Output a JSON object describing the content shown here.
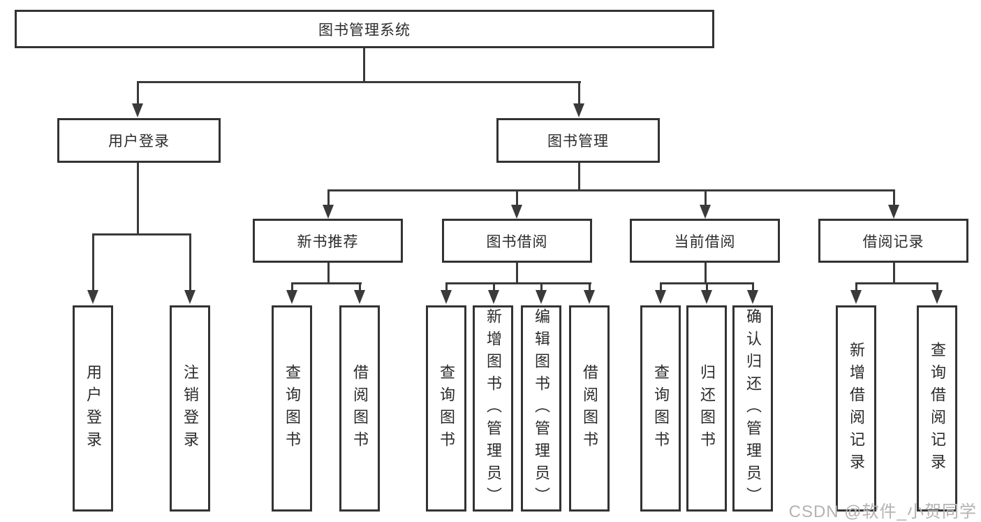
{
  "diagram": {
    "title": "图书管理系统",
    "root": {
      "label": "图书管理系统"
    },
    "branches": [
      {
        "label": "用户登录",
        "children": [
          {
            "label": "用户登录"
          },
          {
            "label": "注销登录"
          }
        ]
      },
      {
        "label": "图书管理",
        "children": [
          {
            "label": "新书推荐",
            "children": [
              {
                "label": "查询图书"
              },
              {
                "label": "借阅图书"
              }
            ]
          },
          {
            "label": "图书借阅",
            "children": [
              {
                "label": "查询图书"
              },
              {
                "label": "新增图书（管理员）"
              },
              {
                "label": "编辑图书（管理员）"
              },
              {
                "label": "借阅图书"
              }
            ]
          },
          {
            "label": "当前借阅",
            "children": [
              {
                "label": "查询图书"
              },
              {
                "label": "归还图书"
              },
              {
                "label": "确认归还（管理员）"
              }
            ]
          },
          {
            "label": "借阅记录",
            "children": [
              {
                "label": "新增借阅记录"
              },
              {
                "label": "查询借阅记录"
              }
            ]
          }
        ]
      }
    ]
  },
  "watermark": {
    "text": "CSDN @软件_小贺同学"
  },
  "colors": {
    "background": "#ffffff",
    "box_border": "#333333",
    "line": "#3a3a3a",
    "text": "#2b2b2b",
    "watermark": "#b3b3b3"
  }
}
